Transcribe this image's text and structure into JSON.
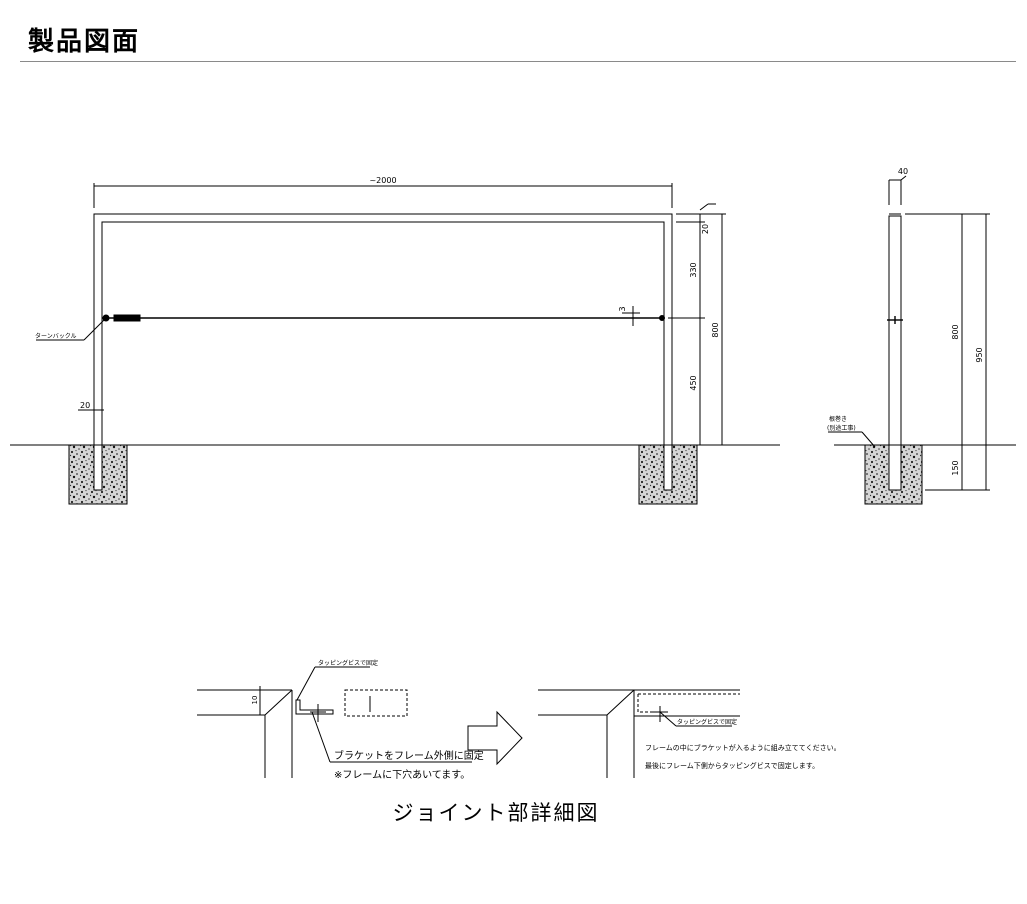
{
  "page": {
    "title": "製品図面"
  },
  "front_view": {
    "width_dim": "~2000",
    "height_dim": "800",
    "top_dim": "20",
    "upper_dim": "330",
    "lower_dim": "450",
    "wire_dim": "3",
    "post_dim": "20",
    "turnbuckle_label": "ターンバックル"
  },
  "side_view": {
    "post_width_dim": "40",
    "height_dim": "800",
    "total_dim": "950",
    "embed_dim": "150",
    "foundation_label_1": "根巻き",
    "foundation_label_2": "(別途工事)"
  },
  "joint_detail": {
    "screw_label": "タッピングビスで固定",
    "height_dim": "10",
    "bracket_note": "ブラケットをフレーム外側に固定",
    "hole_note": "※フレームに下穴あいてます。",
    "instruction_1": "フレームの中にブラケットが入るように組み立ててください。",
    "instruction_2": "最後にフレーム下側からタッピングビスで固定します。",
    "caption": "ジョイント部詳細図"
  }
}
